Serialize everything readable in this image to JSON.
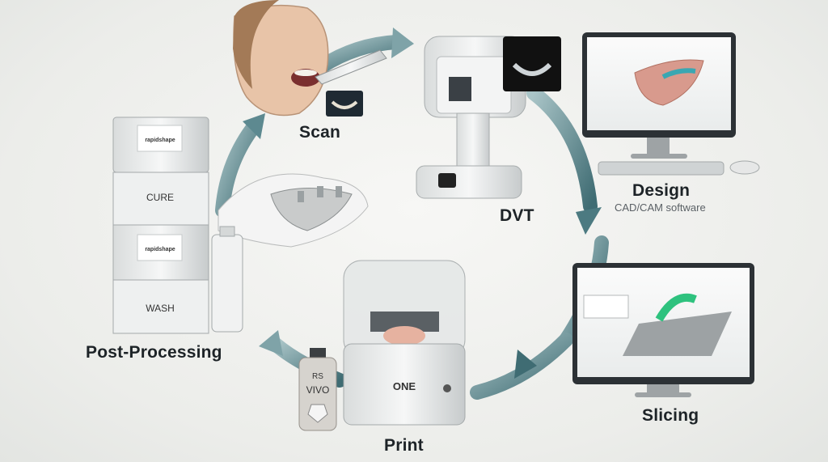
{
  "steps": {
    "scan": "Scan",
    "dvt": "DVT",
    "design": "Design",
    "design_sub": "CAD/CAM software",
    "slicing": "Slicing",
    "print": "Print",
    "post": "Post-Processing"
  },
  "devices": {
    "brand_top": "rapidshape",
    "cure": "CURE",
    "brand_bottom": "rapidshape",
    "wash": "WASH",
    "printer": "ONE",
    "bottle_line1": "RS",
    "bottle_line2": "VIVO"
  },
  "colors": {
    "arrow": "#7fa3a8",
    "arrow_dark": "#2f5e66",
    "label": "#1d2327"
  }
}
